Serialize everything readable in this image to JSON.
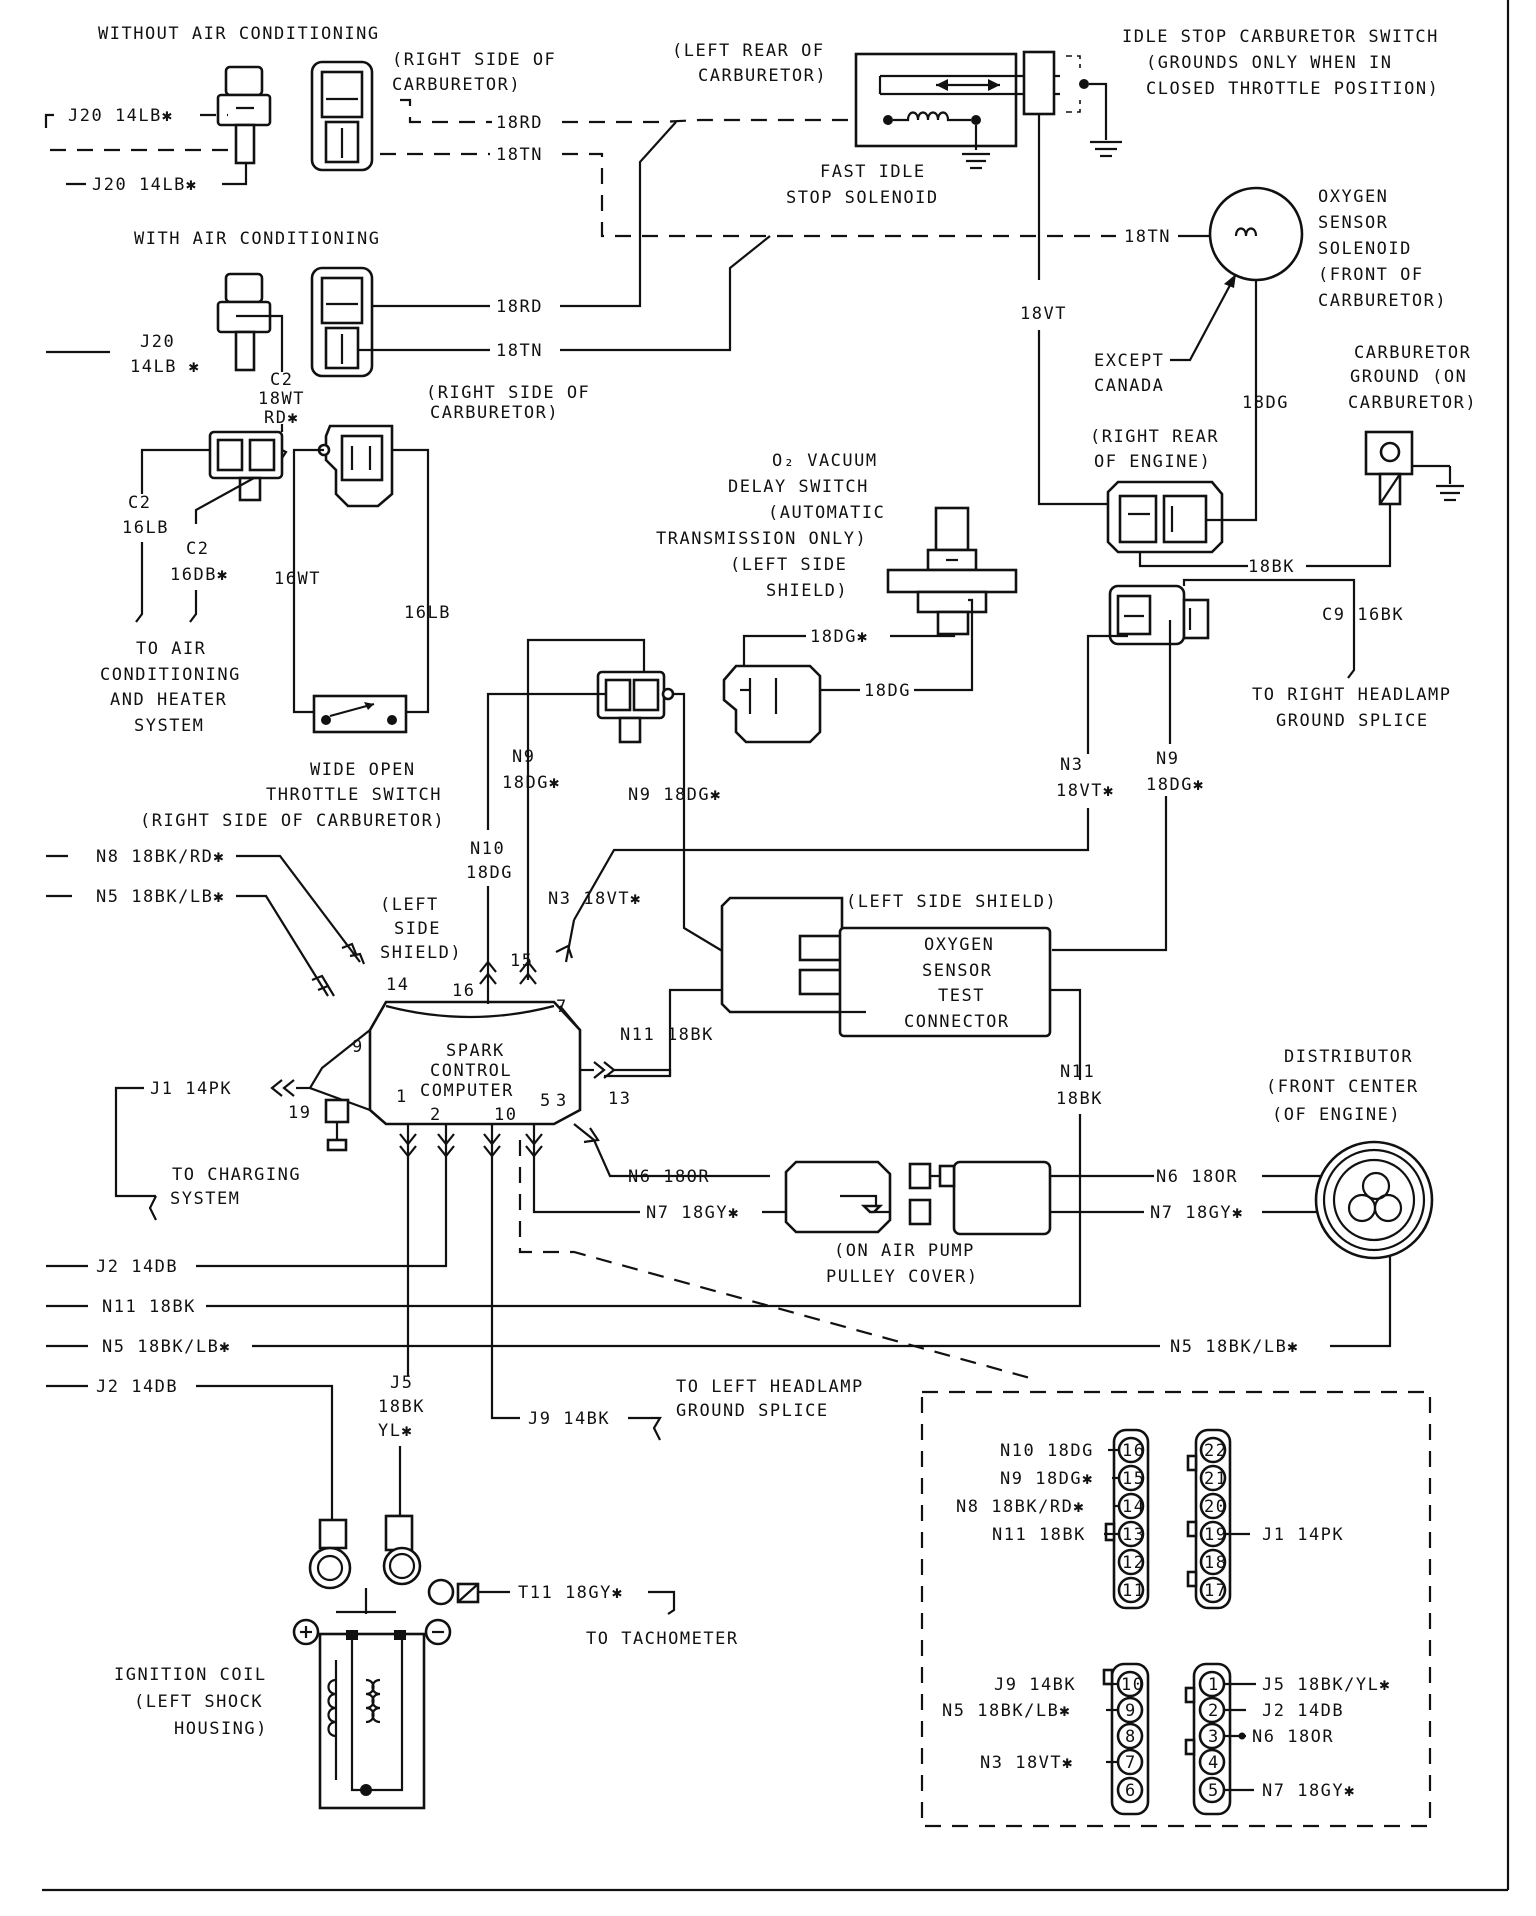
{
  "without_ac": {
    "title": "WITHOUT AIR CONDITIONING",
    "carb_right": [
      "(RIGHT SIDE OF",
      "CARBURETOR)"
    ],
    "j20_a": "J20 14LB✱",
    "j20_b": "J20 14LB✱",
    "wire_rd": "18RD",
    "wire_tn": "18TN"
  },
  "with_ac": {
    "title": "WITH AIR CONDITIONING",
    "wire_rd": "18RD",
    "wire_tn": "18TN",
    "j20": [
      "J20",
      "14LB ✱"
    ],
    "c2_wtrd": [
      "C2",
      "18WT",
      "RD✱"
    ],
    "carb_right": [
      "(RIGHT SIDE OF",
      "CARBURETOR)"
    ],
    "c2_lb": [
      "C2",
      "16LB"
    ],
    "c2_db": [
      "C2",
      "16DB✱"
    ],
    "to_ac": [
      "TO AIR",
      "CONDITIONING",
      "AND HEATER",
      "SYSTEM"
    ],
    "wire_16wt": "16WT",
    "wire_16lb": "16LB"
  },
  "wot_switch": [
    "WIDE OPEN",
    "THROTTLE SWITCH",
    "(RIGHT SIDE OF CARBURETOR)"
  ],
  "carb_left_rear": [
    "(LEFT REAR OF",
    "CARBURETOR)"
  ],
  "fast_idle": [
    "FAST IDLE",
    "STOP SOLENOID"
  ],
  "idle_switch": [
    "IDLE STOP CARBURETOR SWITCH",
    "(GROUNDS ONLY WHEN IN",
    "CLOSED THROTTLE POSITION)"
  ],
  "oxygen_solenoid": [
    "OXYGEN",
    "SENSOR",
    "SOLENOID",
    "(FRONT OF",
    "CARBURETOR)"
  ],
  "wire_18tn_o2": "18TN",
  "wire_18vt": "18VT",
  "except_canada": [
    "EXCEPT",
    "CANADA"
  ],
  "wire_18dg": "18DG",
  "carb_ground": [
    "CARBURETOR",
    "GROUND (ON",
    "CARBURETOR)"
  ],
  "right_rear_engine": [
    "(RIGHT REAR",
    "OF ENGINE)"
  ],
  "wire_18bk": "18BK",
  "c9": "C9 16BK",
  "to_right_headlamp": [
    "TO RIGHT HEADLAMP",
    "GROUND SPLICE"
  ],
  "vacuum_switch": [
    "O₂ VACUUM",
    "DELAY SWITCH",
    "(AUTOMATIC",
    "TRANSMISSION ONLY)",
    "(LEFT SIDE",
    "SHIELD)"
  ],
  "wire_18dg_star": "18DG✱",
  "wire_18dg_2": "18DG",
  "n3_top": [
    "N3",
    "18VT✱"
  ],
  "n9_right": [
    "N9",
    "18DG✱"
  ],
  "n9_left": [
    "N9",
    "18DG✱"
  ],
  "n9_mid": "N9 18DG✱",
  "n10": [
    "N10",
    "18DG"
  ],
  "left_side_shield": [
    "(LEFT",
    "SIDE",
    "SHIELD)"
  ],
  "n3_mid": "N3 18VT✱",
  "n8": "N8 18BK/RD✱",
  "n5_top": "N5 18BK/LB✱",
  "left_side_shield2": "(LEFT SIDE SHIELD)",
  "o2_test_connector": [
    "OXYGEN",
    "SENSOR",
    "TEST",
    "CONNECTOR"
  ],
  "spark_computer": [
    "SPARK",
    "CONTROL",
    "COMPUTER"
  ],
  "pins": {
    "p14": "14",
    "p16": "16",
    "p15": "15",
    "p7": "7",
    "p9": "9",
    "p19": "19",
    "p1": "1",
    "p2": "2",
    "p10": "10",
    "p5": "5",
    "p3": "3",
    "p13": "13"
  },
  "n11_a": "N11 18BK",
  "n11_b": [
    "N11",
    "18BK"
  ],
  "j1": "J1 14PK",
  "to_charging": [
    "TO CHARGING",
    "SYSTEM"
  ],
  "distributor": [
    "DISTRIBUTOR",
    "(FRONT CENTER",
    "(OF ENGINE)"
  ],
  "n6_left": "N6 18OR",
  "n7_left": "N7 18GY✱",
  "n6_right": "N6 18OR",
  "n7_right": "N7 18GY✱",
  "air_pump": [
    "(ON AIR PUMP",
    "PULLEY COVER)"
  ],
  "j2_a": "J2 14DB",
  "n11_c": "N11 18BK",
  "n5_bottom_left": "N5 18BK/LB✱",
  "n5_bottom_right": "N5 18BK/LB✱",
  "j2_b": "J2 14DB",
  "j5": [
    "J5",
    "18BK",
    "YL✱"
  ],
  "j9": "J9 14BK",
  "to_left_headlamp": [
    "TO LEFT HEADLAMP",
    "GROUND SPLICE"
  ],
  "t11": "T11 18GY✱",
  "to_tachometer": "TO TACHOMETER",
  "ignition_coil": [
    "IGNITION COIL",
    "(LEFT SHOCK",
    "HOUSING)"
  ],
  "connector_detail": {
    "upper_left_labels": [
      "N10 18DG",
      "N9 18DG✱",
      "N8 18BK/RD✱",
      "N11 18BK"
    ],
    "upper_left_pins": [
      "16",
      "15",
      "14",
      "13",
      "12",
      "11"
    ],
    "upper_right_pins": [
      "22",
      "21",
      "20",
      "19",
      "18",
      "17"
    ],
    "upper_right_label": "J1 14PK",
    "lower_left_labels": [
      "J9 14BK",
      "N5 18BK/LB✱",
      "N3 18VT✱"
    ],
    "lower_left_pins": [
      "10",
      "9",
      "8",
      "7",
      "6"
    ],
    "lower_right_pins": [
      "1",
      "2",
      "3",
      "4",
      "5"
    ],
    "lower_right_labels": [
      "J5 18BK/YL✱",
      "J2 14DB",
      "N6 18OR",
      "N7 18GY✱"
    ]
  }
}
